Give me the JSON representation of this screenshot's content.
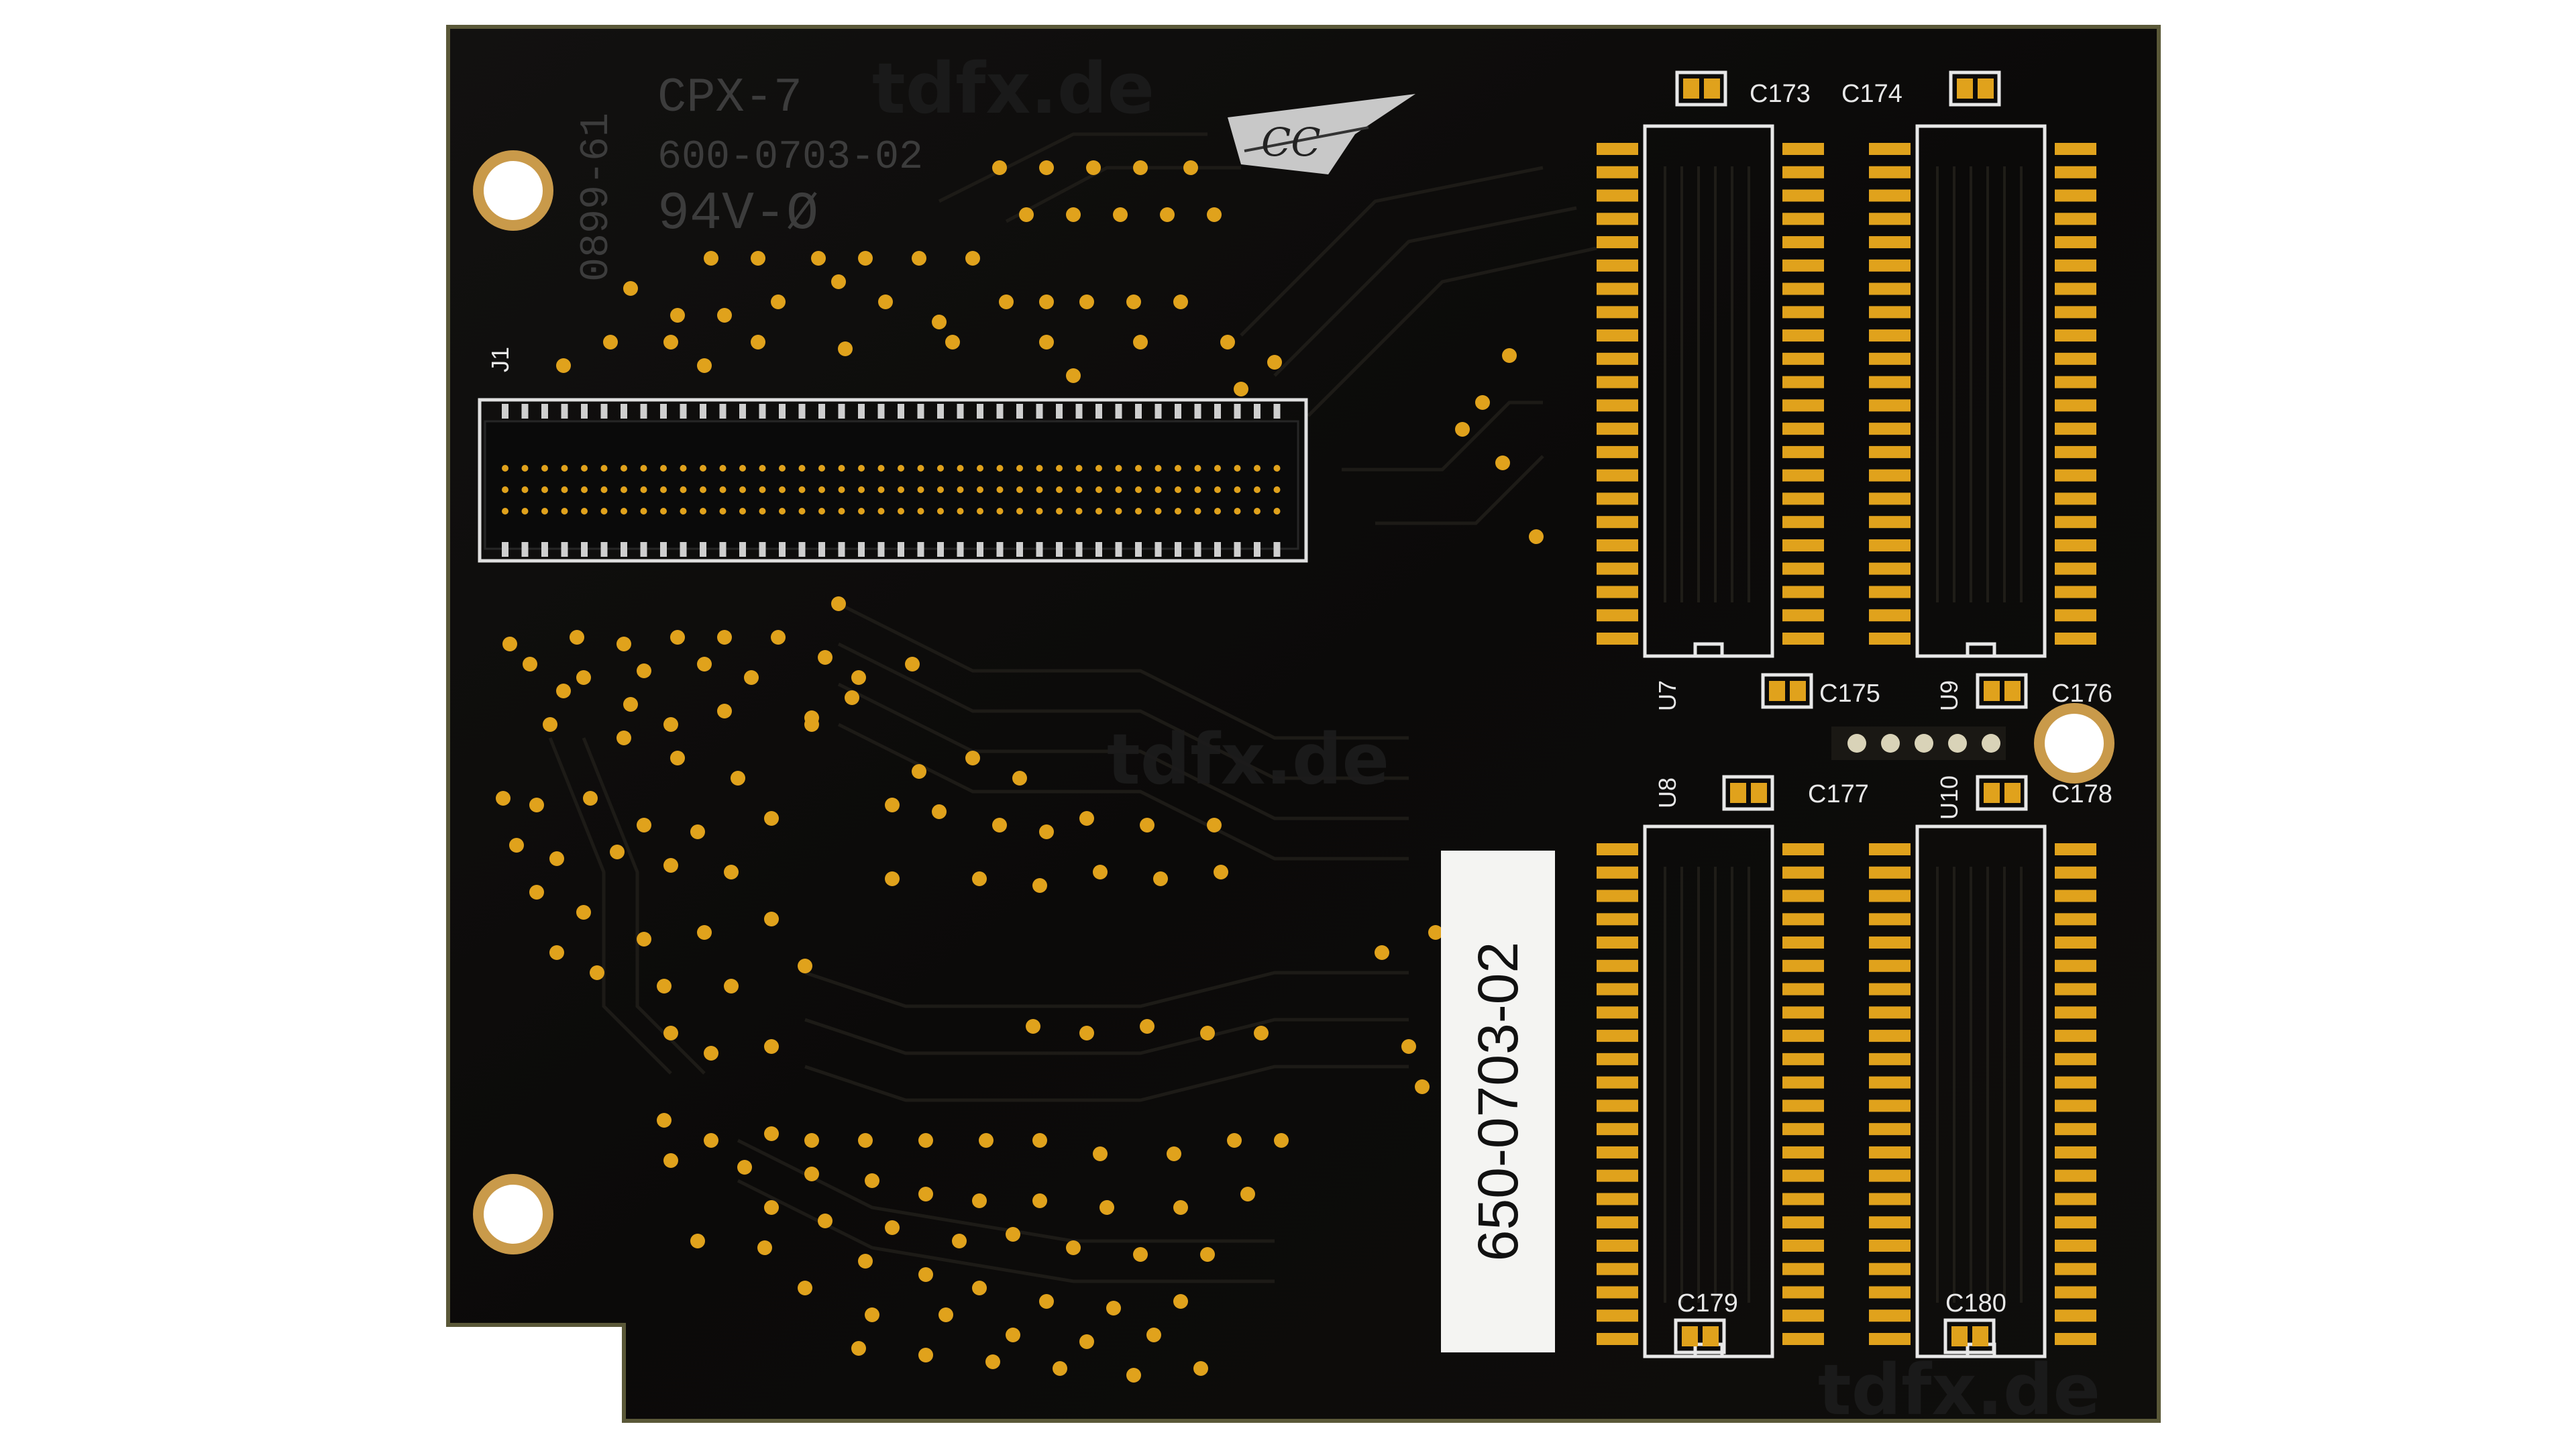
{
  "board": {
    "part_number_line1": "CPX-7",
    "part_number_line2": "600-0703-02",
    "flammability": "94V-Ø",
    "date_code": "0899-61",
    "sticker_text": "650-0703-02",
    "connector_ref": "J1",
    "signature": "CC",
    "watermark": "tdfx.de"
  },
  "chips": {
    "u7": "U7",
    "u8": "U8",
    "u9": "U9",
    "u10": "U10"
  },
  "capacitors": {
    "c173": "C173",
    "c174": "C174",
    "c175": "C175",
    "c176": "C176",
    "c177": "C177",
    "c178": "C178",
    "c179": "C179",
    "c180": "C180"
  },
  "colors": {
    "pcb": "#0c0b09",
    "gold": "#e0a21c",
    "silkscreen": "#e8e8e8",
    "edge": "#5a5838"
  }
}
